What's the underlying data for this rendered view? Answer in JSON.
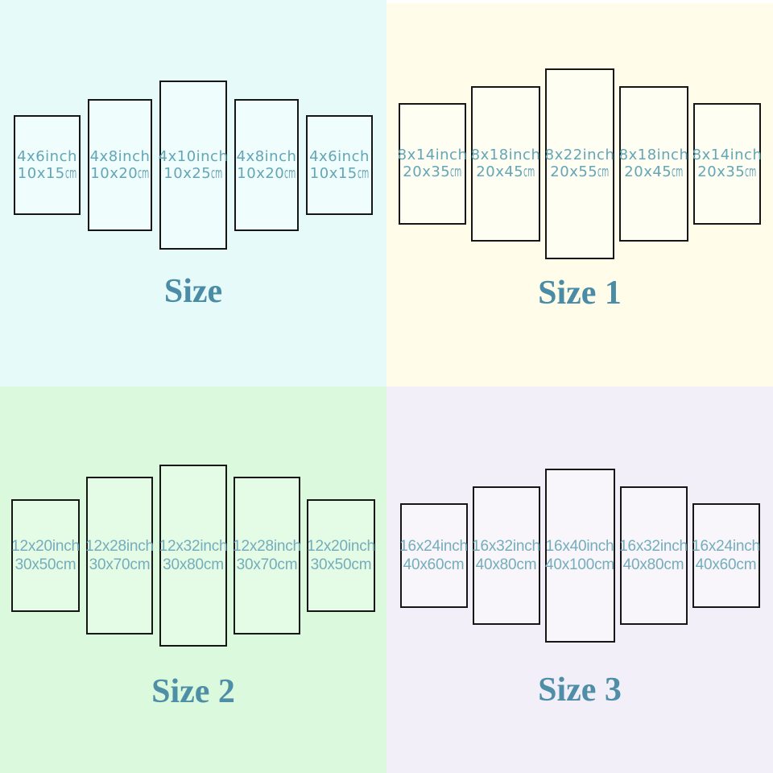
{
  "quadrants": [
    {
      "title": "Size",
      "background": "#e6fafa",
      "panel_fill": "#f0fdfd",
      "text_color": "#64a5b6",
      "title_color": "#4a8ca6",
      "panels": [
        {
          "inches": "4x6inch",
          "cm_value": "10x15",
          "cm_unit": "cm"
        },
        {
          "inches": "4x8inch",
          "cm_value": "10x20",
          "cm_unit": "cm"
        },
        {
          "inches": "4x10inch",
          "cm_value": "10x25",
          "cm_unit": "cm"
        },
        {
          "inches": "4x8inch",
          "cm_value": "10x20",
          "cm_unit": "cm"
        },
        {
          "inches": "4x6inch",
          "cm_value": "10x15",
          "cm_unit": "cm"
        }
      ]
    },
    {
      "title": "Size 1",
      "background": "#fffde9",
      "panel_fill": "#fffef3",
      "text_color": "#64a5b6",
      "title_color": "#4a8ca6",
      "panels": [
        {
          "inches": "8x14inch",
          "cm_value": "20x35",
          "cm_unit": "cm"
        },
        {
          "inches": "8x18inch",
          "cm_value": "20x45",
          "cm_unit": "cm"
        },
        {
          "inches": "8x22inch",
          "cm_value": "20x55",
          "cm_unit": "cm"
        },
        {
          "inches": "8x18inch",
          "cm_value": "20x45",
          "cm_unit": "cm"
        },
        {
          "inches": "8x14inch",
          "cm_value": "20x35",
          "cm_unit": "cm"
        }
      ]
    },
    {
      "title": "Size 2",
      "background": "#dbf9dc",
      "panel_fill": "#e4fbe5",
      "text_color": "#74adbb",
      "title_color": "#4f8ea7",
      "panels": [
        {
          "inches": "12x20inch",
          "cm_value": "30x50",
          "cm_unit": "cm"
        },
        {
          "inches": "12x28inch",
          "cm_value": "30x70",
          "cm_unit": "cm"
        },
        {
          "inches": "12x32inch",
          "cm_value": "30x80",
          "cm_unit": "cm"
        },
        {
          "inches": "12x28inch",
          "cm_value": "30x70",
          "cm_unit": "cm"
        },
        {
          "inches": "12x20inch",
          "cm_value": "30x50",
          "cm_unit": "cm"
        }
      ]
    },
    {
      "title": "Size 3",
      "background": "#f3eff8",
      "panel_fill": "#f8f5fb",
      "text_color": "#74adbb",
      "title_color": "#4f8ea7",
      "panels": [
        {
          "inches": "16x24inch",
          "cm_value": "40x60",
          "cm_unit": "cm"
        },
        {
          "inches": "16x32inch",
          "cm_value": "40x80",
          "cm_unit": "cm"
        },
        {
          "inches": "16x40inch",
          "cm_value": "40x100",
          "cm_unit": "cm"
        },
        {
          "inches": "16x32inch",
          "cm_value": "40x80",
          "cm_unit": "cm"
        },
        {
          "inches": "16x24inch",
          "cm_value": "40x60",
          "cm_unit": "cm"
        }
      ]
    }
  ]
}
